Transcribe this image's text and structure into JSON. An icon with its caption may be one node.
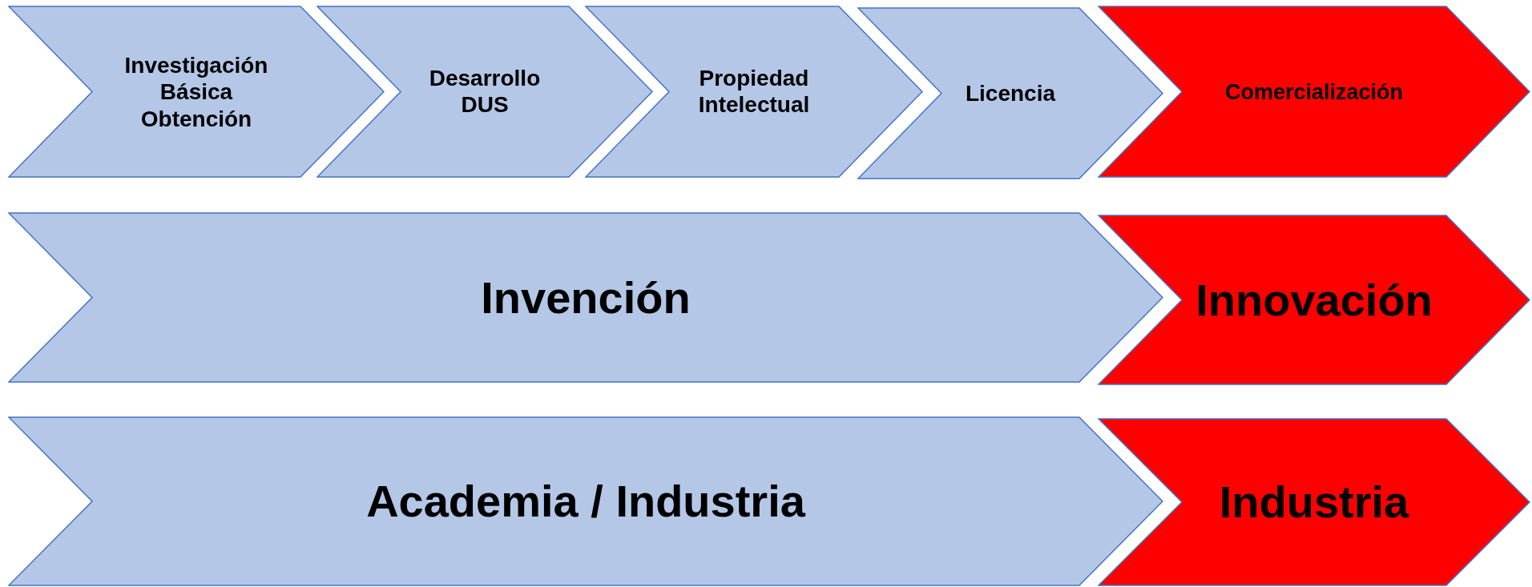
{
  "diagram": {
    "nodes": [
      {
        "text": [
          "Investigación Básica Obtención"
        ]
      },
      {
        "text": [
          "Desarrollo DUS"
        ]
      },
      {
        "text": [
          "Propiedad Intelectual"
        ]
      },
      {
        "text": [
          "Licencia"
        ]
      },
      {
        "text": [
          "Comercialización"
        ]
      },
      {
        "text": [
          "Invención"
        ]
      },
      {
        "text": [
          "Innovación"
        ]
      },
      {
        "text": [
          "Academia / Industria"
        ]
      },
      {
        "text": [
          "Industria"
        ]
      }
    ]
  }
}
